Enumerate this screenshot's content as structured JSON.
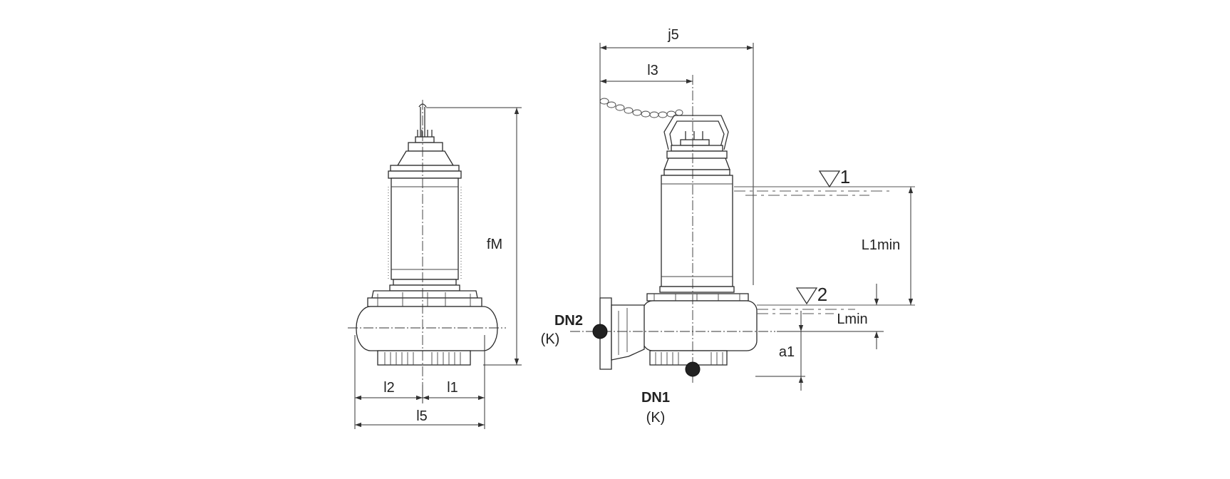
{
  "dimensions": {
    "fM": "fM",
    "l1": "l1",
    "l2": "l2",
    "l5": "l5",
    "j5": "j5",
    "l3": "l3",
    "L1min": "L1min",
    "Lmin": "Lmin",
    "a1": "a1"
  },
  "ports": {
    "dn1": {
      "label": "DN1",
      "sub": "(K)"
    },
    "dn2": {
      "label": "DN2",
      "sub": "(K)"
    }
  },
  "levels": {
    "level1": "1",
    "level2": "2"
  },
  "colors": {
    "line": "#333333",
    "port_fill": "#222222"
  }
}
